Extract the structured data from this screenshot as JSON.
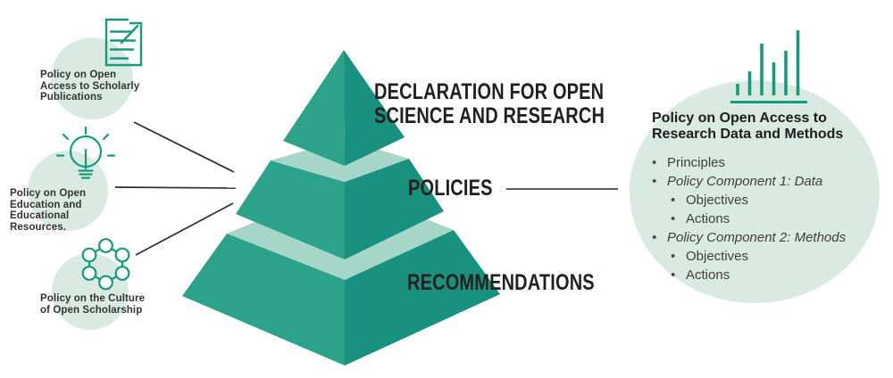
{
  "colors": {
    "pyramid_left_face": "#2ca28b",
    "pyramid_right_face": "#18917f",
    "pyramid_top_band": "#a5d6c7",
    "bubble_fill": "#d9eae2",
    "icon_green": "#159b7b",
    "connector_line": "#2d2d2d",
    "policies_line": "#58595b",
    "heading_text": "#231f20",
    "body_text": "#3e3e3e"
  },
  "left_policies": [
    {
      "icon": "document-export-icon",
      "lines": [
        "Policy on Open",
        "Access to Scholarly",
        "Publications"
      ]
    },
    {
      "icon": "lightbulb-icon",
      "lines": [
        "Policy on Open",
        "Education and",
        "Educational",
        "Resources."
      ]
    },
    {
      "icon": "network-icon",
      "lines": [
        "Policy on the Culture",
        "of Open Scholarship"
      ]
    }
  ],
  "pyramid": {
    "tier_labels": [
      {
        "lines": [
          "DECLARATION FOR OPEN",
          "SCIENCE AND RESEARCH"
        ]
      },
      {
        "lines": [
          "POLICIES"
        ]
      },
      {
        "lines": [
          "RECOMMENDATIONS"
        ]
      }
    ]
  },
  "right_panel": {
    "icon": "bar-chart-icon",
    "title_lines": [
      "Policy on Open Access to",
      "Research Data and Methods"
    ],
    "items": [
      {
        "text": "Principles",
        "level": 1,
        "italic": false
      },
      {
        "text": "Policy Component 1: Data",
        "level": 1,
        "italic": true
      },
      {
        "text": "Objectives",
        "level": 2,
        "italic": false
      },
      {
        "text": "Actions",
        "level": 2,
        "italic": false
      },
      {
        "text": "Policy Component 2: Methods",
        "level": 1,
        "italic": true
      },
      {
        "text": "Objectives",
        "level": 2,
        "italic": false
      },
      {
        "text": "Actions",
        "level": 2,
        "italic": false
      }
    ]
  }
}
